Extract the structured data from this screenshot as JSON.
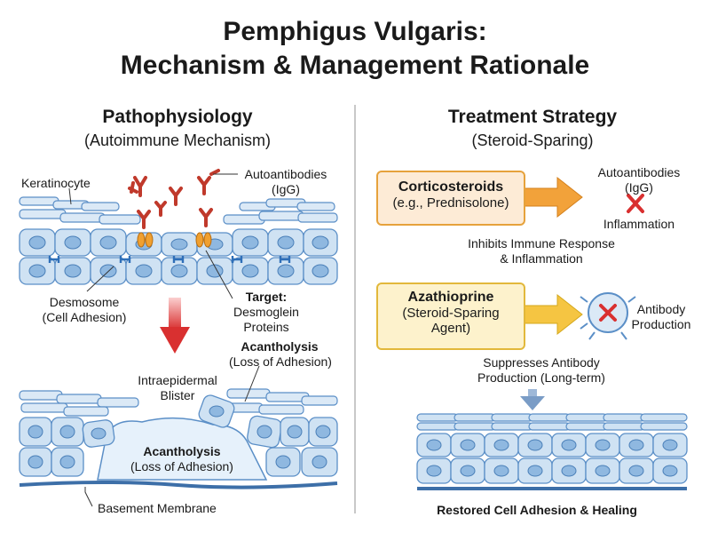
{
  "title": {
    "line1": "Pemphigus Vulgaris:",
    "line2": "Mechanism & Management Rationale"
  },
  "left": {
    "heading": "Pathophysiology",
    "subheading": "(Autoimmune Mechanism)",
    "keratinocyte": "Keratinocyte",
    "autoantibodies": "Autoantibodies",
    "igg": "(IgG)",
    "desmosome": "Desmosome",
    "cell_adhesion": "(Cell Adhesion)",
    "target": "Target:",
    "desmoglein": "Desmoglein",
    "proteins": "Proteins",
    "acantholysis": "Acantholysis",
    "loss_of_adhesion": "(Loss of Adhesion)",
    "intraepidermal": "Intraepidermal",
    "blister": "Blister",
    "acantholysis_2": "Acantholysis",
    "loss_of_adhesion_2": "(Loss of Adhesion)",
    "basement_membrane": "Basement Membrane"
  },
  "right": {
    "heading": "Treatment Strategy",
    "subheading": "(Steroid-Sparing)",
    "cortico_title": "Corticosteroids",
    "cortico_sub": "(e.g., Prednisolone)",
    "autoantibodies": "Autoantibodies",
    "igg": "(IgG)",
    "inflammation": "Inflammation",
    "inhibits_1": "Inhibits Immune Response",
    "inhibits_2": "& Inflammation",
    "aza_title": "Azathioprine",
    "aza_sub1": "(Steroid-Sparing",
    "aza_sub2": "Agent)",
    "antibody": "Antibody",
    "production": "Production",
    "suppresses_1": "Suppresses Antibody",
    "suppresses_2": "Production (Long-term)",
    "restored": "Restored Cell Adhesion & Healing"
  },
  "colors": {
    "cell_fill": "#cfe2f3",
    "cell_stroke": "#5b8fc7",
    "nucleus": "#8fb8e0",
    "antibody": "#c0392b",
    "desmoglein": "#f0a030",
    "arrow_red": "#d93030",
    "arrow_orange": "#f2a23a",
    "arrow_yellow": "#f5c542",
    "arrow_blue": "#7a9cc6",
    "desmosome": "#2f6fb8"
  }
}
